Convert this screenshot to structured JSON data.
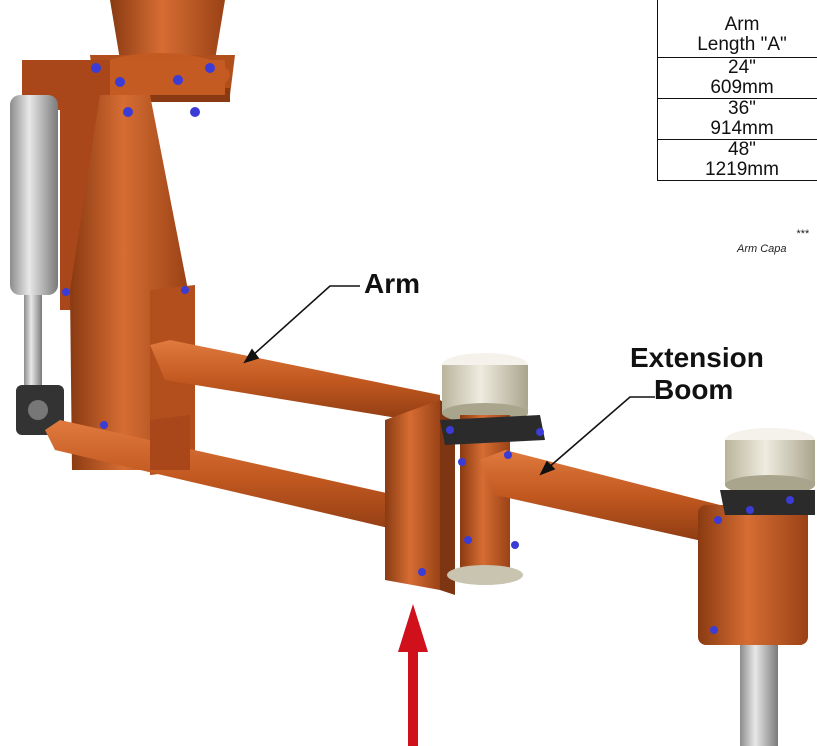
{
  "table": {
    "header_line1": "Arm",
    "header_line2": "Length \"A\"",
    "rows": [
      {
        "inches": "24\"",
        "mm": "609mm"
      },
      {
        "inches": "36\"",
        "mm": "914mm"
      },
      {
        "inches": "48\"",
        "mm": "1219mm"
      }
    ]
  },
  "footnote": {
    "line1": "***",
    "line2": "Arm Capa"
  },
  "labels": {
    "arm": "Arm",
    "extension_line1": "Extension",
    "extension_line2": "Boom"
  },
  "colors": {
    "arm_orange": "#b8521e",
    "arm_orange_light": "#d9743a",
    "arm_orange_dark": "#7e3512",
    "bolt_blue": "#3b3bd6",
    "indicator_arrow": "#d0111b",
    "cylinder_gray": "#b8b8b8"
  },
  "icons": {
    "pointer": "callout-arrow-icon",
    "indicator": "red-up-arrow-icon"
  }
}
